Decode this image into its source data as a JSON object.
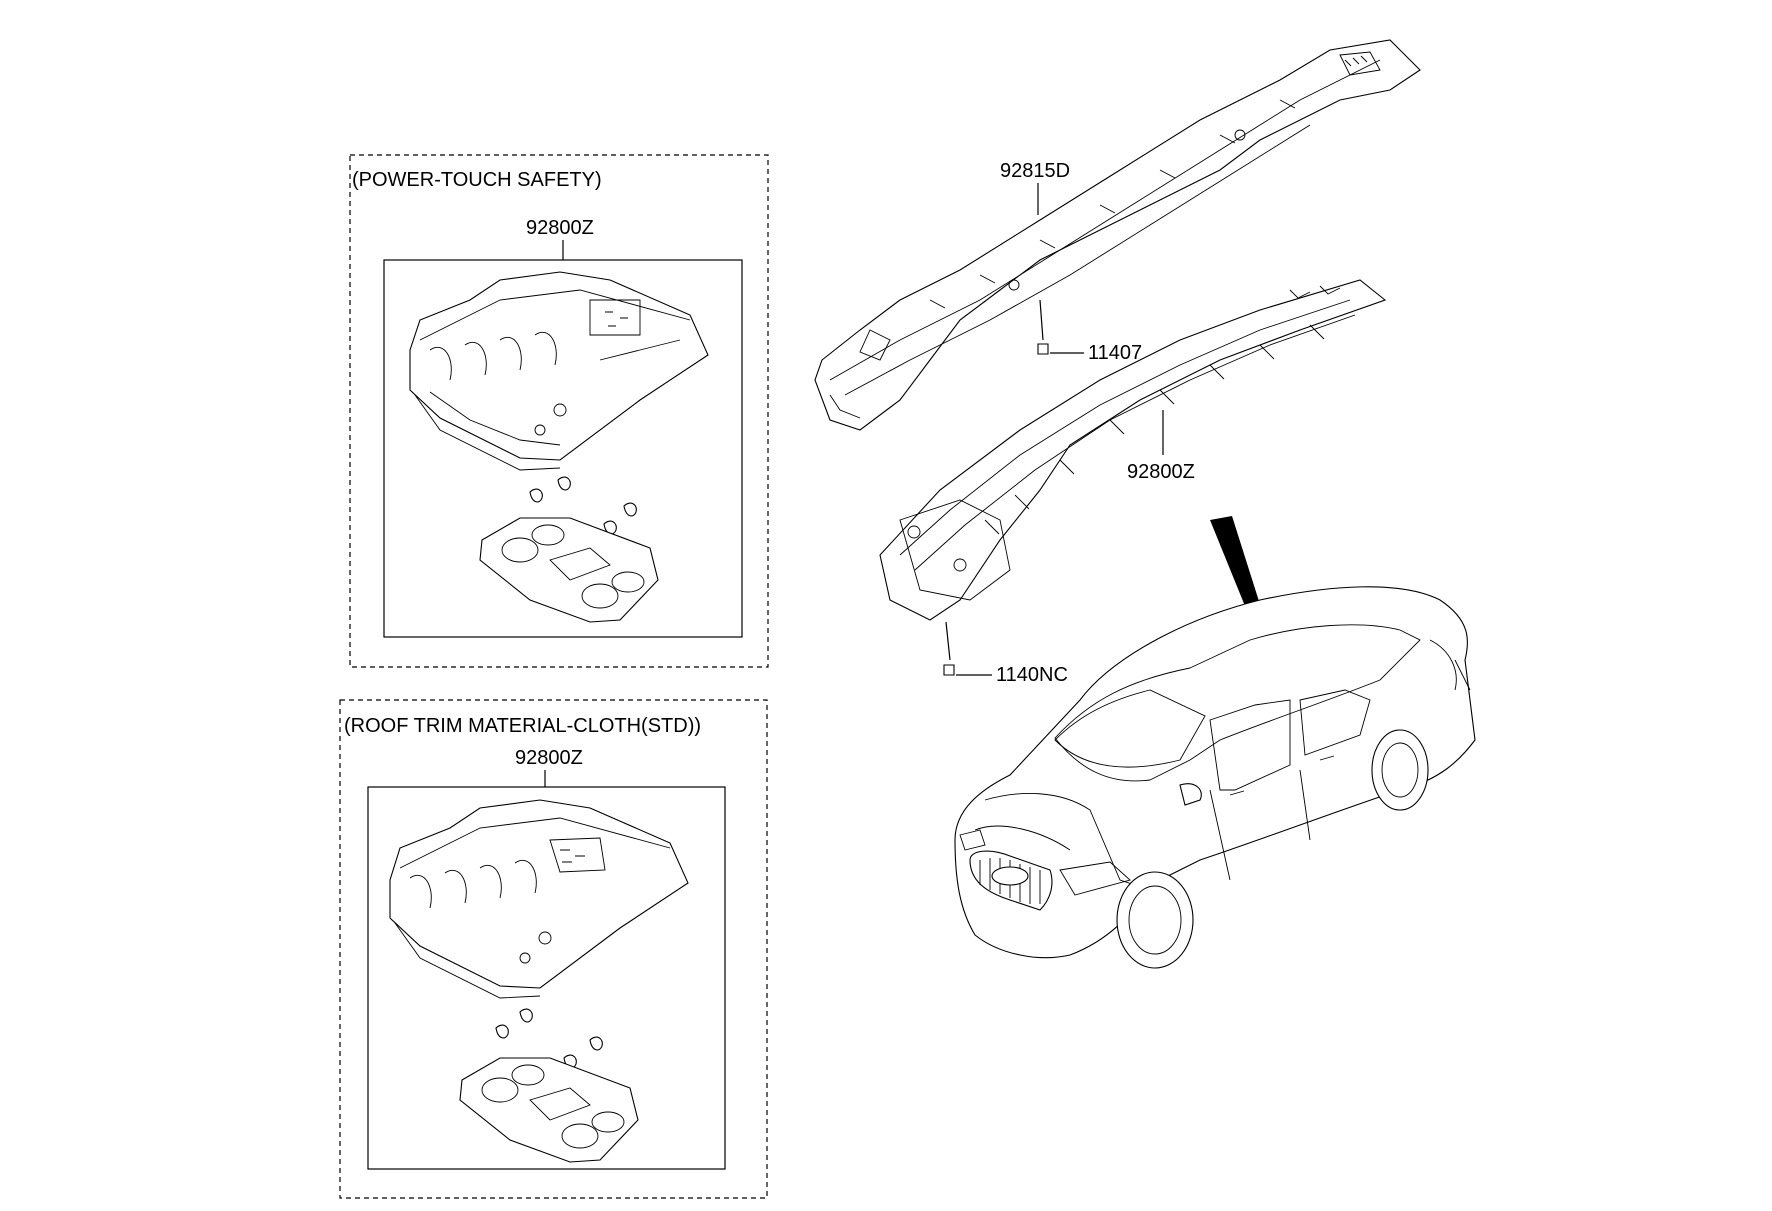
{
  "boxes": {
    "power_touch": {
      "title": "(POWER-TOUCH SAFETY)",
      "part_no": "92800Z"
    },
    "roof_trim": {
      "title": "(ROOF TRIM MATERIAL-CLOTH(STD))",
      "part_no": "92800Z"
    }
  },
  "callouts": {
    "bracket": "92815D",
    "screw_upper": "11407",
    "lamp_assembly": "92800Z",
    "screw_lower": "1140NC"
  },
  "icons": {
    "bracket": "bracket-icon",
    "lamp": "overhead-console-lamp-icon",
    "screw": "screw-icon",
    "car": "sedan-car-icon"
  }
}
